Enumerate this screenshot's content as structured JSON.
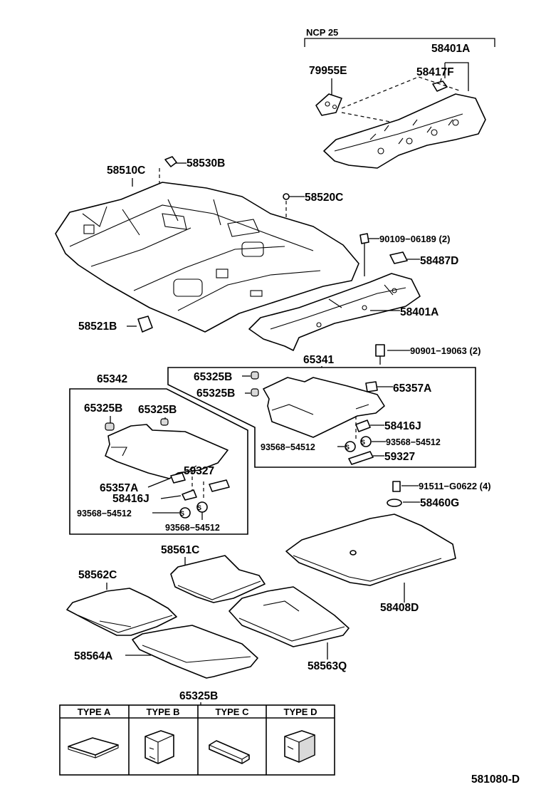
{
  "diagram": {
    "variant": "NCP 25",
    "footer_code": "581080-D",
    "labels": {
      "p58401A_top": "58401A",
      "p79955E": "79955E",
      "p58417F": "58417F",
      "p58510C": "58510C",
      "p58530B": "58530B",
      "p58520C": "58520C",
      "p90109": "90109−06189 (2)",
      "p58487D": "58487D",
      "p58401A_mid": "58401A",
      "p58521B": "58521B",
      "p90901": "90901−19063 (2)",
      "p65341": "65341",
      "p65342": "65342",
      "p65325B_r1": "65325B",
      "p65325B_r2": "65325B",
      "p65357A_r": "65357A",
      "p58416J_r": "58416J",
      "p93568_r1": "93568−54512",
      "p93568_r2": "93568−54512",
      "p59327_r": "59327",
      "p65325B_l1": "65325B",
      "p65325B_l2": "65325B",
      "p59327_l": "59327",
      "p65357A_l": "65357A",
      "p58416J_l": "58416J",
      "p93568_l1": "93568−54512",
      "p93568_l2": "93568−54512",
      "p91511": "91511−G0622 (4)",
      "p58460G": "58460G",
      "p58561C": "58561C",
      "p58562C": "58562C",
      "p58408D": "58408D",
      "p58564A": "58564A",
      "p58563Q": "58563Q",
      "p65325B_bottom": "65325B"
    },
    "types": [
      "TYPE  A",
      "TYPE  B",
      "TYPE  C",
      "TYPE  D"
    ]
  }
}
